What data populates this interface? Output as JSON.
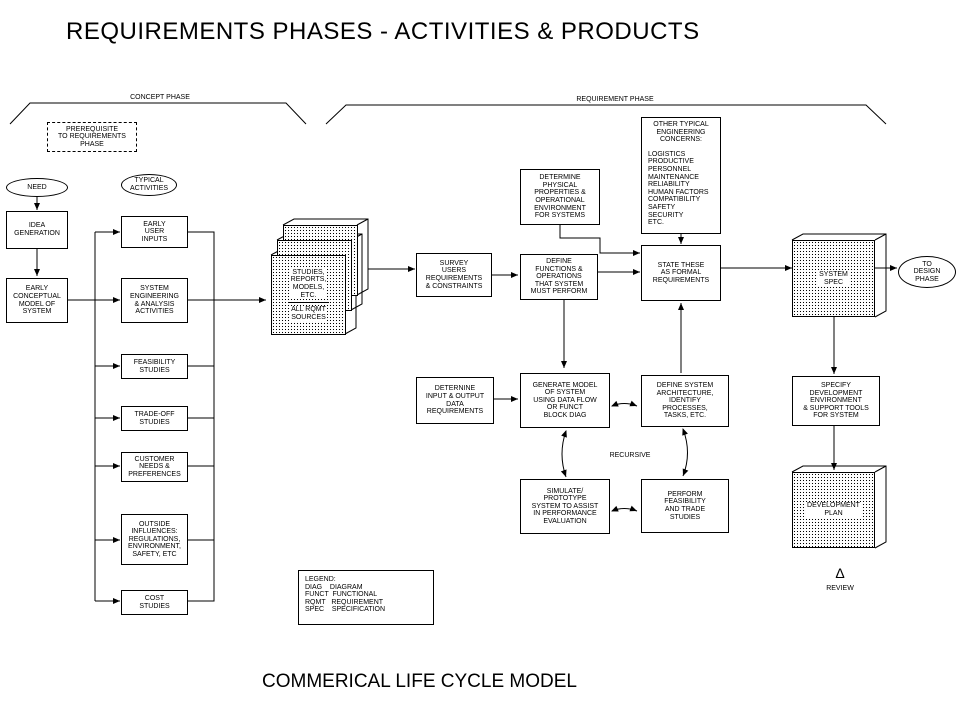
{
  "title": "REQUIREMENTS PHASES - ACTIVITIES & PRODUCTS",
  "footer": "COMMERICAL LIFE CYCLE MODEL",
  "phases": {
    "concept": "CONCEPT PHASE",
    "requirement": "REQUIREMENT PHASE"
  },
  "prerequisite": "PREREQUISITE\nTO REQUIREMENTS\nPHASE",
  "need": "NEED",
  "idea_generation": "IDEA\nGENERATION",
  "early_model": "EARLY\nCONCEPTUAL\nMODEL OF\nSYSTEM",
  "typical_activities": "TYPICAL\nACTIVITIES",
  "activities": [
    "EARLY\nUSER\nINPUTS",
    "SYSTEM\nENGINEERING\n& ANALYSIS\nACTIVITIES",
    "FEASIBILITY\nSTUDIES",
    "TRADE-OFF\nSTUDIES",
    "CUSTOMER\nNEEDS &\nPREFERENCES",
    "OUTSIDE\nINFLUENCES:\nREGULATIONS,\nENVIRONMENT,\nSAFETY, ETC",
    "COST\nSTUDIES"
  ],
  "studies_cube": "STUDIES,\nREPORTS,\nMODELS,\nETC.",
  "rqmt_sources": "ALL RQMT\nSOURCES",
  "survey": "SURVEY\nUSERS\nREQUIREMENTS\n& CONSTRAINTS",
  "determine_physical": "DETERMINE\nPHYSICAL\nPROPERTIES &\nOPERATIONAL\nENVIRONMENT\nFOR SYSTEMS",
  "define_functions": "DEFINE\nFUNCTIONS &\nOPERATIONS\nTHAT SYSTEM\nMUST PERFORM",
  "other_concerns": {
    "header": "OTHER TYPICAL\nENGINEERING\nCONCERNS:",
    "items": [
      "LOGISTICS",
      "PRODUCTIVE",
      "PERSONNEL",
      "MAINTENANCE",
      "RELIABILITY",
      "HUMAN FACTORS",
      "COMPATIBILITY",
      "SAFETY",
      "SECURITY",
      "ETC."
    ]
  },
  "state_formal": "STATE THESE\nAS FORMAL\nREQUIREMENTS",
  "system_spec": "SYSTEM\nSPEC",
  "to_design": "TO\nDESIGN\nPHASE",
  "determine_io": "DETERNINE\nINPUT & OUTPUT\nDATA\nREQUIREMENTS",
  "generate_model": "GENERATE MODEL\nOF SYSTEM\nUSING DATA FLOW\nOR FUNCT\nBLOCK DIAG",
  "define_architecture": "DEFINE SYSTEM\nARCHITECTURE,\nIDENTIFY\nPROCESSES,\nTASKS, ETC.",
  "recursive": "RECURSIVE",
  "simulate": "SIMULATE/\nPROTOTYPE\nSYSTEM TO ASSIST\nIN PERFORMANCE\nEVALUATION",
  "perform_feasibility": "PERFORM\nFEASIBILITY\nAND TRADE\nSTUDIES",
  "specify_dev": "SPECIFY\nDEVELOPMENT\nENVIRONMENT\n& SUPPORT TOOLS\nFOR SYSTEM",
  "development_plan": "DEVELOPMENT\nPLAN",
  "review_symbol": "Δ",
  "review": "REVIEW",
  "legend": {
    "title": "LEGEND:",
    "items": [
      "DIAG    DIAGRAM",
      "FUNCT  FUNCTIONAL",
      "RQMT   REQUIREMENT",
      "SPEC    SPECIFICATION"
    ]
  }
}
